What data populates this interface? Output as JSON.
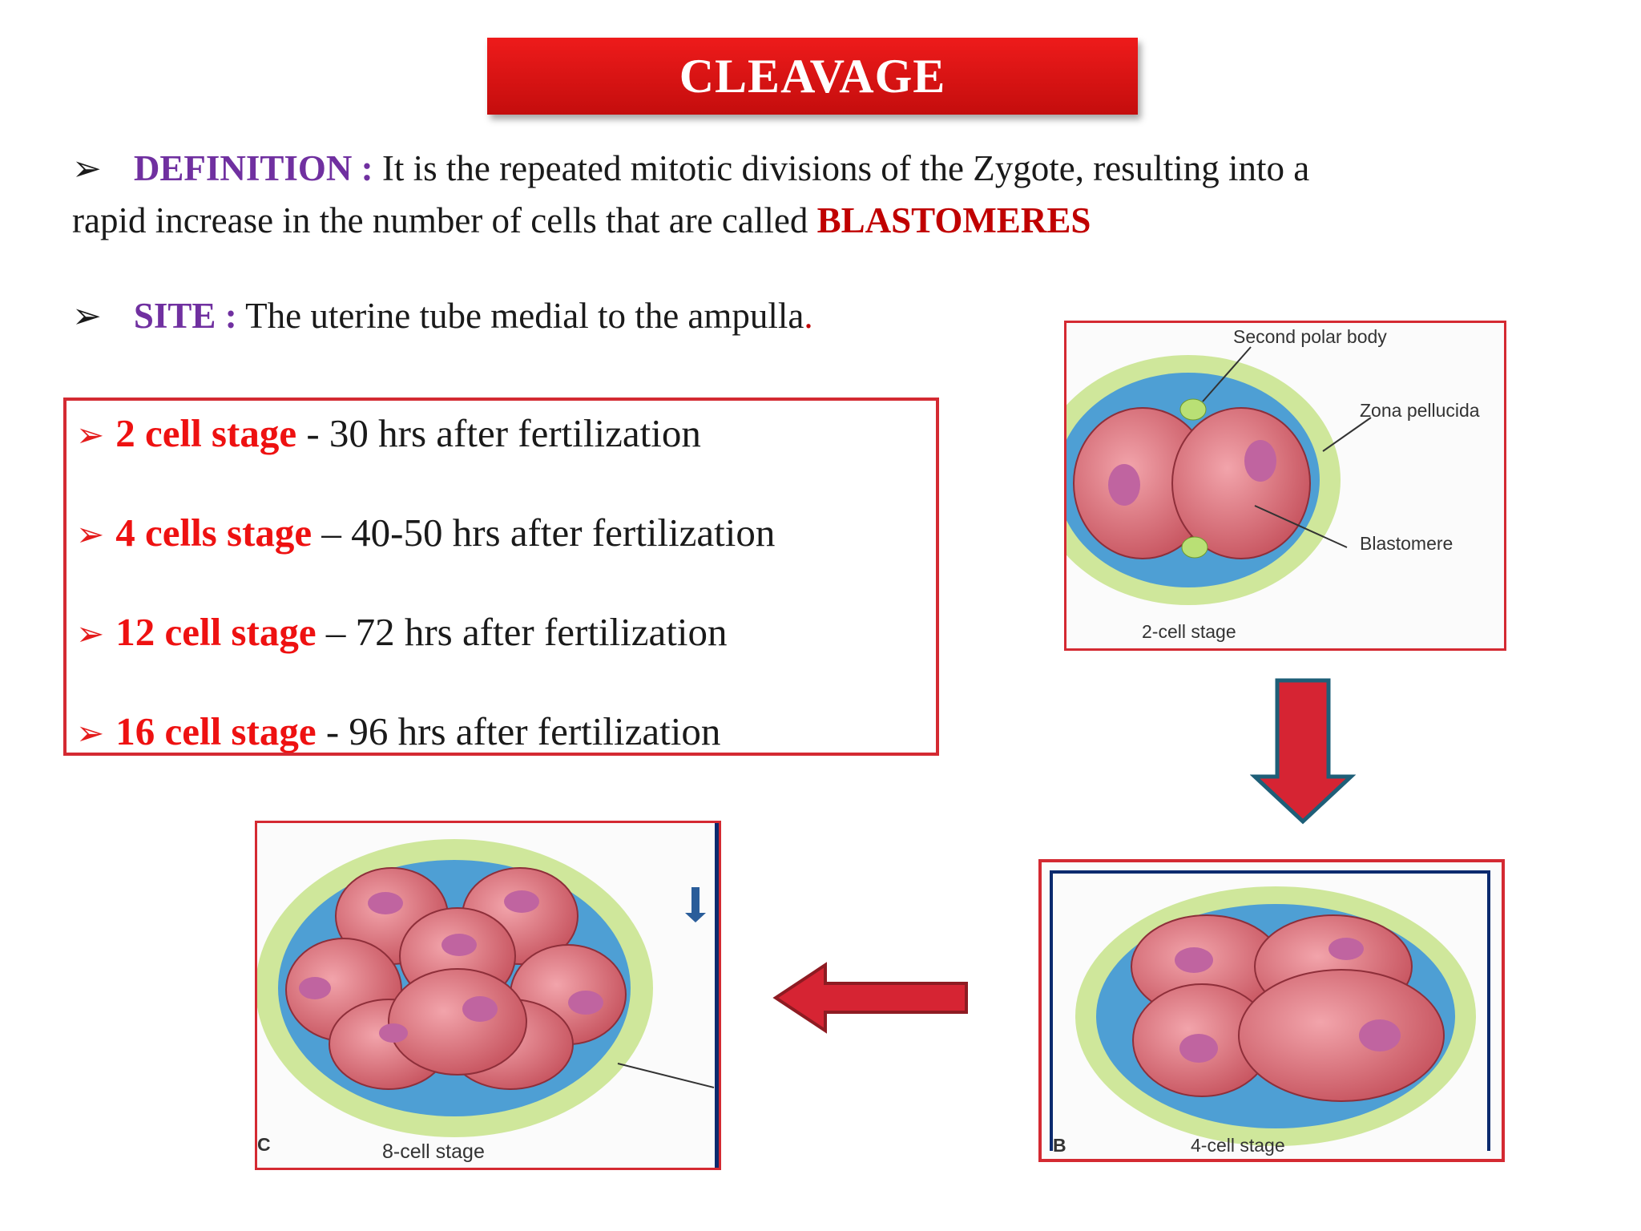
{
  "title": "CLEAVAGE",
  "definition": {
    "bullet": "➢",
    "label": "DEFINITION :",
    "text": " It is the repeated mitotic divisions of the Zygote, resulting into a",
    "text2": "rapid increase in the number of cells that are called ",
    "highlight": "BLASTOMERES"
  },
  "site": {
    "bullet": "➢",
    "label": "SITE  :",
    "text": " The uterine tube medial to the ampulla",
    "end": "."
  },
  "stages": [
    {
      "name": "2 cell stage",
      "sep": " -  ",
      "time": " 30 hrs after fertilization"
    },
    {
      "name": "4 cells stage",
      "sep": " – ",
      "time": "40-50 hrs after fertilization"
    },
    {
      "name": "12 cell stage",
      "sep": " –  ",
      "time": "72 hrs after fertilization"
    },
    {
      "name": "16 cell stage",
      "sep": " -  ",
      "time": " 96 hrs after fertilization"
    }
  ],
  "figures": {
    "two_cell": {
      "caption": "2-cell stage",
      "labels": [
        "Second polar body",
        "Zona pellucida",
        "Blastomere"
      ]
    },
    "four_cell": {
      "caption": "4-cell stage",
      "corner": "B"
    },
    "eight_cell": {
      "caption": "8-cell stage",
      "corner": "C"
    }
  },
  "colors": {
    "accent": "#d42a32",
    "purple": "#7030a0",
    "stage_red": "#ee1111"
  }
}
